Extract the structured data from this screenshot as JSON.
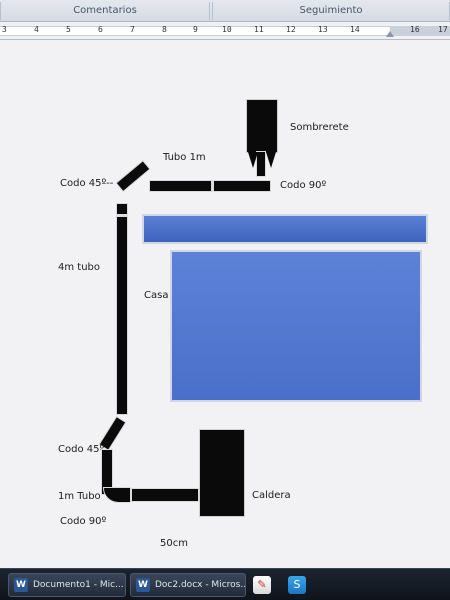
{
  "ribbon": {
    "groups": [
      "Comentarios",
      "Seguimiento"
    ]
  },
  "ruler": {
    "numbers": [
      "3",
      "4",
      "5",
      "6",
      "7",
      "8",
      "9",
      "10",
      "11",
      "12",
      "13",
      "14",
      "16",
      "17"
    ]
  },
  "diagram": {
    "labels": {
      "sombrerete": "Sombrerete",
      "tubo_1m": "Tubo 1m",
      "codo_45_top": "Codo 45º--",
      "codo_90_top": "Codo 90º",
      "tubo_4m": "4m tubo",
      "casa": "Casa",
      "codo_45_bottom": "Codo 45º",
      "tubo_1m_bottom": "1m Tubo",
      "caldera": "Caldera",
      "codo_90_bottom": "Codo 90º",
      "cm50": "50cm"
    },
    "colors": {
      "pipe": "#0a0a0a",
      "house": "#4a6fca"
    }
  },
  "taskbar": {
    "items": [
      {
        "label": "Documento1 - Mic...",
        "icon": "word-icon"
      },
      {
        "label": "Doc2.docx - Micros...",
        "icon": "word-icon"
      }
    ],
    "tray": [
      {
        "icon": "paint-icon"
      },
      {
        "icon": "skype-icon"
      }
    ]
  }
}
